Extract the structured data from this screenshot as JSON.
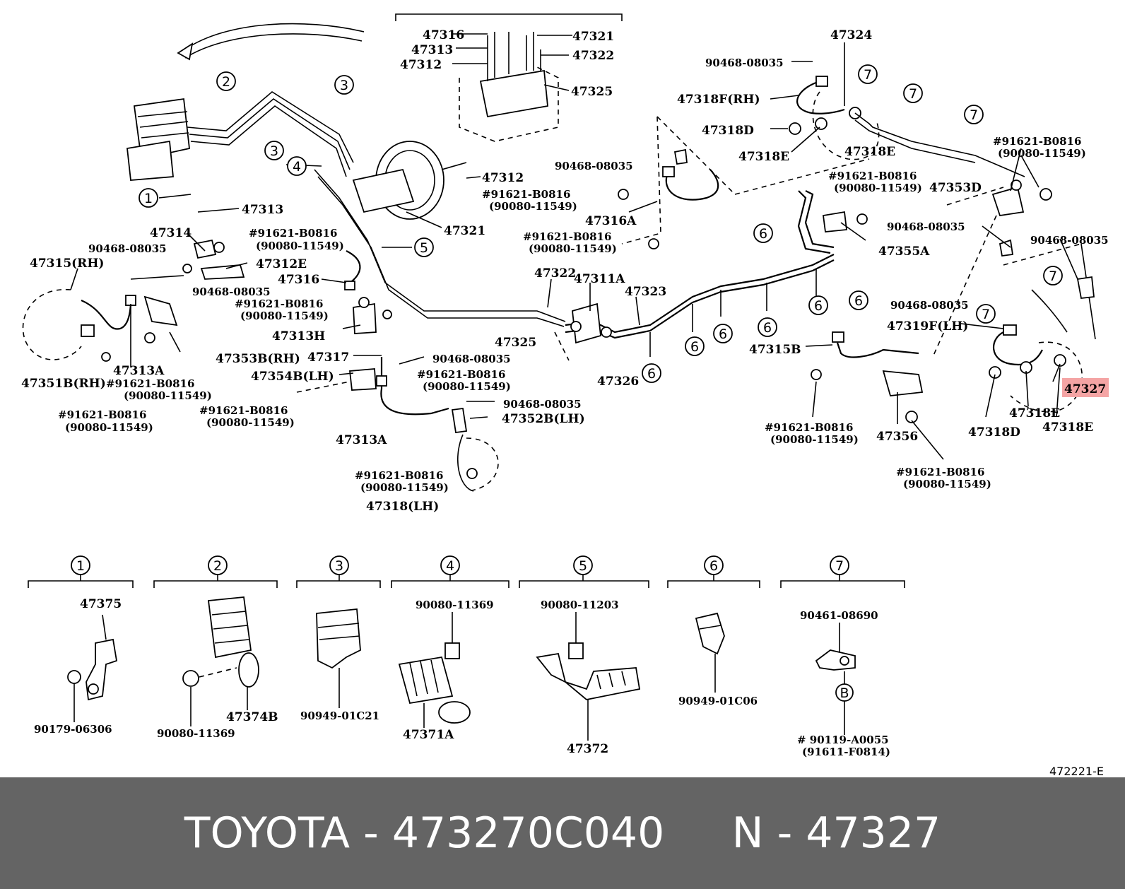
{
  "highlight_color": "#f4a4a4",
  "footer": {
    "title": "TOYOTA - 473270C040     N - 47327",
    "background": "#646464",
    "text_color": "#ffffff"
  },
  "figure_code": "472221-E",
  "markers": {
    "m1": "1",
    "m2": "2",
    "m3": "3",
    "m4": "4",
    "m5": "5",
    "m6": "6",
    "m7": "7",
    "mB": "B"
  },
  "labels": {
    "l47316_top": "47316",
    "l47313_top": "47313",
    "l47312_top": "47312",
    "l47321_top": "47321",
    "l47322_top": "47322",
    "l47325_top": "47325",
    "l47312_mid": "47312",
    "l47321_mid": "47321",
    "l47313": "47313",
    "l47314": "47314",
    "l91621_a": "#91621-B0816",
    "l90080_a": "(90080-11549)",
    "l47312E": "47312E",
    "l90468_a": "90468-08035",
    "l47315RH": "47315(RH)",
    "l47316": "47316",
    "l90468_b": "90468-08035",
    "l91621_b": "#91621-B0816",
    "l90080_b": "(90080-11549)",
    "l47313H": "47313H",
    "l47353BRH": "47353B(RH)",
    "l47317": "47317",
    "l90468_c": "90468-08035",
    "l47354BLH": "47354B(LH)",
    "l91621_c": "#91621-B0816",
    "l90080_c": "(90080-11549)",
    "l90468_d": "90468-08035",
    "l47313A_l": "47313A",
    "l47351BRH": "47351B(RH)",
    "l91621_d": "#91621-B0816",
    "l90080_d": "(90080-11549)",
    "l91621_e": "#91621-B0816",
    "l90080_e": "(90080-11549)",
    "l91621_f": "#91621-B0816",
    "l90080_f": "(90080-11549)",
    "l47352BLH": "47352B(LH)",
    "l47313A_c": "47313A",
    "l91621_g": "#91621-B0816",
    "l90080_g": "(90080-11549)",
    "l47318LH": "47318(LH)",
    "l90468_e": "90468-08035",
    "l91621_h": "#91621-B0816",
    "l90080_h": "(90080-11549)",
    "l47316A": "47316A",
    "l91621_i": "#91621-B0816",
    "l90080_i": "(90080-11549)",
    "l47322": "47322",
    "l47311A": "47311A",
    "l47323": "47323",
    "l47325": "47325",
    "l47326": "47326",
    "l47324": "47324",
    "l90468_f": "90468-08035",
    "l47318FRH": "47318F(RH)",
    "l47318D_r": "47318D",
    "l47318E_r1": "47318E",
    "l47318E_r2": "47318E",
    "l91621_j": "#91621-B0816",
    "l90080_j": "(90080-11549)",
    "l91621_k": "#91621-B0816",
    "l90080_k": "(90080-11549)",
    "l47353D": "47353D",
    "l90468_g": "90468-08035",
    "l47355A": "47355A",
    "l90468_h": "90468-08035",
    "l90468_i": "90468-08035",
    "l47319FLH": "47319F(LH)",
    "l47315B": "47315B",
    "l47327": "47327",
    "l47318E_b1": "47318E",
    "l47318D_b": "47318D",
    "l47318E_b2": "47318E",
    "l91621_l": "#91621-B0816",
    "l90080_l": "(90080-11549)",
    "l47356": "47356",
    "l91621_m": "#91621-B0816",
    "l90080_m": "(90080-11549)",
    "d1_47375": "47375",
    "d1_90179": "90179-06306",
    "d2_90080": "90080-11369",
    "d2_47374B": "47374B",
    "d3_90949": "90949-01C21",
    "d4_90080": "90080-11369",
    "d4_47371A": "47371A",
    "d5_90080": "90080-11203",
    "d5_47372": "47372",
    "d6_90949": "90949-01C06",
    "d7_90461": "90461-08690",
    "d7_90119": "# 90119-A0055",
    "d7_91611": "(91611-F0814)"
  }
}
